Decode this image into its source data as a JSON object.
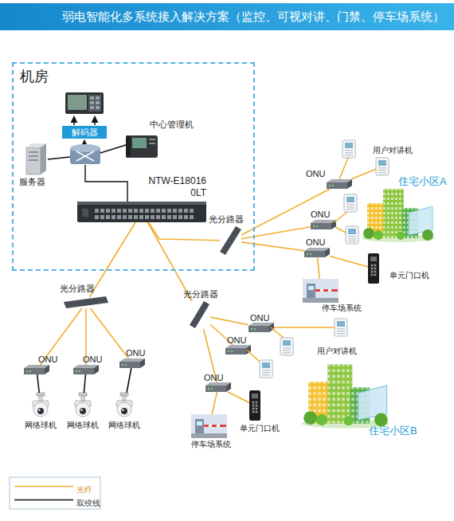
{
  "diagram": {
    "title": "弱电智能化多系统接入解决方案（监控、可视对讲、门禁、停车场系统）",
    "nodes": [
      {
        "text": [
          "机房"
        ]
      },
      {
        "text": [
          "解码器"
        ],
        "in": 0
      },
      {
        "text": [
          "中心管理机"
        ],
        "in": 0
      },
      {
        "text": [
          "服务器"
        ],
        "in": 0
      },
      {
        "text": [
          "NTW-E18016 0LT"
        ],
        "in": 0
      },
      {
        "text": [
          "光分路器"
        ],
        "in": 0
      },
      {
        "text": [
          "ONU"
        ]
      },
      {
        "text": [
          "用户对讲机"
        ]
      },
      {
        "text": [
          "ONU"
        ]
      },
      {
        "text": [
          "ONU"
        ]
      },
      {
        "text": [
          "住宅小区A"
        ]
      },
      {
        "text": [
          "单元门口机"
        ]
      },
      {
        "text": [
          "停车场系统"
        ]
      },
      {
        "text": [
          "光分路器"
        ]
      },
      {
        "text": [
          "光分路器"
        ]
      },
      {
        "text": [
          "ONU"
        ]
      },
      {
        "text": [
          "ONU"
        ]
      },
      {
        "text": [
          "ONU"
        ]
      },
      {
        "text": [
          "网络球机"
        ]
      },
      {
        "text": [
          "网络球机"
        ]
      },
      {
        "text": [
          "网络球机"
        ]
      },
      {
        "text": [
          "ONU"
        ]
      },
      {
        "text": [
          "ONU"
        ]
      },
      {
        "text": [
          "用户对讲机"
        ]
      },
      {
        "text": [
          "ONU"
        ]
      },
      {
        "text": [
          "单元门口机"
        ]
      },
      {
        "text": [
          "停车场系统"
        ]
      },
      {
        "text": [
          "住宅小区B"
        ]
      }
    ],
    "edges": [
      {
        "from": 4,
        "to": 5,
        "arrow": "none"
      },
      {
        "from": 4,
        "to": 13,
        "arrow": "none"
      },
      {
        "from": 4,
        "to": 14,
        "arrow": "none"
      },
      {
        "from": 5,
        "to": 6,
        "arrow": "none"
      },
      {
        "from": 5,
        "to": 8,
        "arrow": "none"
      },
      {
        "from": 5,
        "to": 9,
        "arrow": "none"
      },
      {
        "from": 6,
        "to": 7,
        "arrow": "none"
      },
      {
        "from": 9,
        "to": 11,
        "arrow": "none"
      },
      {
        "from": 9,
        "to": 12,
        "arrow": "none"
      },
      {
        "from": 13,
        "to": 15,
        "arrow": "none"
      },
      {
        "from": 13,
        "to": 16,
        "arrow": "none"
      },
      {
        "from": 13,
        "to": 17,
        "arrow": "none"
      },
      {
        "from": 15,
        "to": 18,
        "arrow": "none"
      },
      {
        "from": 16,
        "to": 19,
        "arrow": "none"
      },
      {
        "from": 17,
        "to": 20,
        "arrow": "none"
      },
      {
        "from": 14,
        "to": 21,
        "arrow": "none"
      },
      {
        "from": 14,
        "to": 22,
        "arrow": "none"
      },
      {
        "from": 14,
        "to": 24,
        "arrow": "none"
      },
      {
        "from": 21,
        "to": 23,
        "arrow": "none"
      },
      {
        "from": 24,
        "to": 25,
        "arrow": "none"
      },
      {
        "from": 24,
        "to": 26,
        "arrow": "none"
      }
    ],
    "legend": [
      {
        "text": "光纤"
      },
      {
        "text": "双绞线"
      }
    ]
  }
}
